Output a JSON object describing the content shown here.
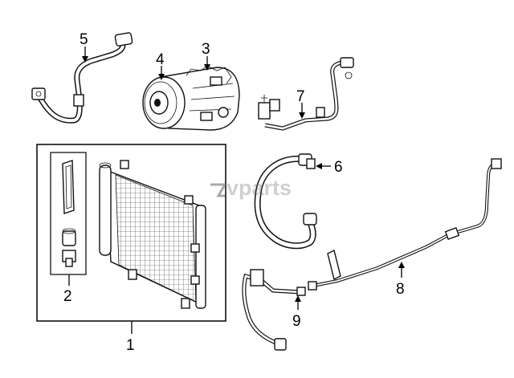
{
  "watermark": "vparts",
  "callouts": [
    {
      "id": "1",
      "text": "1"
    },
    {
      "id": "2",
      "text": "2"
    },
    {
      "id": "3",
      "text": "3"
    },
    {
      "id": "4",
      "text": "4"
    },
    {
      "id": "5",
      "text": "5"
    },
    {
      "id": "6",
      "text": "6"
    },
    {
      "id": "7",
      "text": "7"
    },
    {
      "id": "8",
      "text": "8"
    },
    {
      "id": "9",
      "text": "9"
    }
  ]
}
